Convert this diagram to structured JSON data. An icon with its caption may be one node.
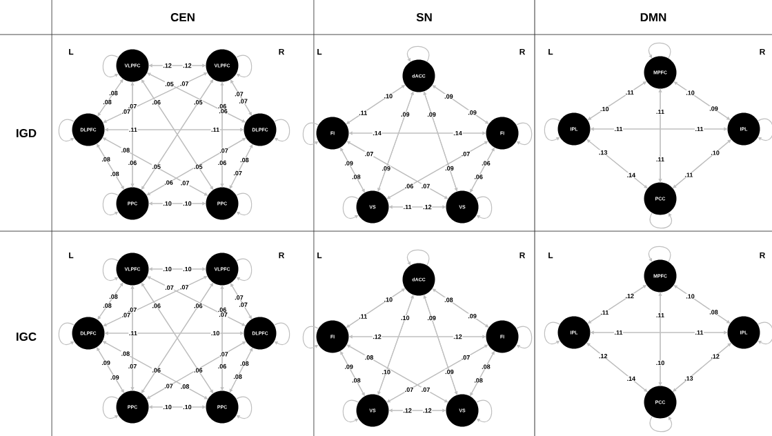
{
  "diagram": {
    "nodes": [
      {
        "text": [
          "VLPFC"
        ]
      },
      {
        "text": [
          "VLPFC"
        ]
      },
      {
        "text": [
          "DLPFC"
        ]
      },
      {
        "text": [
          "DLPFC"
        ]
      },
      {
        "text": [
          "PPC"
        ]
      },
      {
        "text": [
          "PPC"
        ]
      },
      {
        "text": [
          "dACC"
        ]
      },
      {
        "text": [
          "FI"
        ]
      },
      {
        "text": [
          "FI"
        ]
      },
      {
        "text": [
          "VS"
        ]
      },
      {
        "text": [
          "VS"
        ]
      },
      {
        "text": [
          "MPFC"
        ]
      },
      {
        "text": [
          "IPL"
        ]
      },
      {
        "text": [
          "IPL"
        ]
      },
      {
        "text": [
          "PCC"
        ]
      },
      {
        "text": [
          "VLPFC"
        ]
      },
      {
        "text": [
          "VLPFC"
        ]
      },
      {
        "text": [
          "DLPFC"
        ]
      },
      {
        "text": [
          "DLPFC"
        ]
      },
      {
        "text": [
          "PPC"
        ]
      },
      {
        "text": [
          "PPC"
        ]
      },
      {
        "text": [
          "dACC"
        ]
      },
      {
        "text": [
          "FI"
        ]
      },
      {
        "text": [
          "FI"
        ]
      },
      {
        "text": [
          "VS"
        ]
      },
      {
        "text": [
          "VS"
        ]
      },
      {
        "text": [
          "MPFC"
        ]
      },
      {
        "text": [
          "IPL"
        ]
      },
      {
        "text": [
          "IPL"
        ]
      },
      {
        "text": [
          "PCC"
        ]
      }
    ],
    "edges": [
      {
        "from": 0,
        "to": 1,
        "label": ".12",
        "arrow": "to"
      },
      {
        "from": 1,
        "to": 0,
        "label": ".12",
        "arrow": "to"
      },
      {
        "from": 0,
        "to": 2,
        "label": ".08",
        "arrow": "to"
      },
      {
        "from": 2,
        "to": 0,
        "label": ".08",
        "arrow": "to"
      },
      {
        "from": 0,
        "to": 3,
        "label": ".06",
        "arrow": "to"
      },
      {
        "from": 3,
        "to": 0,
        "label": ".05",
        "arrow": "to"
      },
      {
        "from": 0,
        "to": 4,
        "label": ".06",
        "arrow": "to"
      },
      {
        "from": 4,
        "to": 0,
        "label": ".07",
        "arrow": "to"
      },
      {
        "from": 0,
        "to": 5,
        "label": ".05",
        "arrow": "to"
      },
      {
        "from": 5,
        "to": 0,
        "label": ".06",
        "arrow": "to"
      },
      {
        "from": 1,
        "to": 2,
        "label": ".07",
        "arrow": "to"
      },
      {
        "from": 2,
        "to": 1,
        "label": ".07",
        "arrow": "to"
      },
      {
        "from": 1,
        "to": 3,
        "label": ".07",
        "arrow": "to"
      },
      {
        "from": 3,
        "to": 1,
        "label": ".07",
        "arrow": "to"
      },
      {
        "from": 1,
        "to": 4,
        "label": ".05",
        "arrow": "to"
      },
      {
        "from": 4,
        "to": 1,
        "label": ".05",
        "arrow": "to"
      },
      {
        "from": 1,
        "to": 5,
        "label": ".06",
        "arrow": "to"
      },
      {
        "from": 5,
        "to": 1,
        "label": ".06",
        "arrow": "to"
      },
      {
        "from": 2,
        "to": 3,
        "label": ".11",
        "arrow": "to"
      },
      {
        "from": 3,
        "to": 2,
        "label": ".11",
        "arrow": "to"
      },
      {
        "from": 2,
        "to": 4,
        "label": ".08",
        "arrow": "to"
      },
      {
        "from": 4,
        "to": 2,
        "label": ".08",
        "arrow": "to"
      },
      {
        "from": 2,
        "to": 5,
        "label": ".07",
        "arrow": "to"
      },
      {
        "from": 5,
        "to": 2,
        "label": ".08",
        "arrow": "to"
      },
      {
        "from": 3,
        "to": 4,
        "label": ".06",
        "arrow": "to"
      },
      {
        "from": 4,
        "to": 3,
        "label": ".07",
        "arrow": "to"
      },
      {
        "from": 3,
        "to": 5,
        "label": ".07",
        "arrow": "to"
      },
      {
        "from": 5,
        "to": 3,
        "label": ".08",
        "arrow": "to"
      },
      {
        "from": 4,
        "to": 5,
        "label": ".10",
        "arrow": "to"
      },
      {
        "from": 5,
        "to": 4,
        "label": ".10",
        "arrow": "to"
      },
      {
        "from": 6,
        "to": 7,
        "label": ".11",
        "arrow": "to"
      },
      {
        "from": 7,
        "to": 6,
        "label": ".10",
        "arrow": "to"
      },
      {
        "from": 6,
        "to": 8,
        "label": ".09",
        "arrow": "to"
      },
      {
        "from": 8,
        "to": 6,
        "label": ".09",
        "arrow": "to"
      },
      {
        "from": 6,
        "to": 9,
        "label": ".09",
        "arrow": "to"
      },
      {
        "from": 9,
        "to": 6,
        "label": ".09",
        "arrow": "to"
      },
      {
        "from": 6,
        "to": 10,
        "label": ".09",
        "arrow": "to"
      },
      {
        "from": 10,
        "to": 6,
        "label": ".09",
        "arrow": "to"
      },
      {
        "from": 7,
        "to": 8,
        "label": ".14",
        "arrow": "to"
      },
      {
        "from": 8,
        "to": 7,
        "label": ".14",
        "arrow": "to"
      },
      {
        "from": 7,
        "to": 9,
        "label": ".08",
        "arrow": "to"
      },
      {
        "from": 9,
        "to": 7,
        "label": ".09",
        "arrow": "to"
      },
      {
        "from": 7,
        "to": 10,
        "label": ".07",
        "arrow": "to"
      },
      {
        "from": 10,
        "to": 7,
        "label": ".07",
        "arrow": "to"
      },
      {
        "from": 8,
        "to": 9,
        "label": ".06",
        "arrow": "to"
      },
      {
        "from": 9,
        "to": 8,
        "label": ".07",
        "arrow": "to"
      },
      {
        "from": 8,
        "to": 10,
        "label": ".06",
        "arrow": "to"
      },
      {
        "from": 10,
        "to": 8,
        "label": ".06",
        "arrow": "to"
      },
      {
        "from": 9,
        "to": 10,
        "label": ".12",
        "arrow": "to"
      },
      {
        "from": 10,
        "to": 9,
        "label": ".11",
        "arrow": "to"
      },
      {
        "from": 11,
        "to": 12,
        "label": ".10",
        "arrow": "to"
      },
      {
        "from": 12,
        "to": 11,
        "label": ".11",
        "arrow": "to"
      },
      {
        "from": 11,
        "to": 13,
        "label": ".09",
        "arrow": "to"
      },
      {
        "from": 13,
        "to": 11,
        "label": ".10",
        "arrow": "to"
      },
      {
        "from": 11,
        "to": 14,
        "label": ".11",
        "arrow": "to"
      },
      {
        "from": 14,
        "to": 11,
        "label": ".11",
        "arrow": "to"
      },
      {
        "from": 12,
        "to": 13,
        "label": ".11",
        "arrow": "to"
      },
      {
        "from": 13,
        "to": 12,
        "label": ".11",
        "arrow": "to"
      },
      {
        "from": 12,
        "to": 14,
        "label": ".14",
        "arrow": "to"
      },
      {
        "from": 14,
        "to": 12,
        "label": ".13",
        "arrow": "to"
      },
      {
        "from": 13,
        "to": 14,
        "label": ".11",
        "arrow": "to"
      },
      {
        "from": 14,
        "to": 13,
        "label": ".10",
        "arrow": "to"
      },
      {
        "from": 15,
        "to": 16,
        "label": ".10",
        "arrow": "to"
      },
      {
        "from": 16,
        "to": 15,
        "label": ".10",
        "arrow": "to"
      },
      {
        "from": 15,
        "to": 17,
        "label": ".08",
        "arrow": "to"
      },
      {
        "from": 17,
        "to": 15,
        "label": ".08",
        "arrow": "to"
      },
      {
        "from": 15,
        "to": 18,
        "label": ".07",
        "arrow": "to"
      },
      {
        "from": 18,
        "to": 15,
        "label": ".07",
        "arrow": "to"
      },
      {
        "from": 15,
        "to": 19,
        "label": ".07",
        "arrow": "to"
      },
      {
        "from": 19,
        "to": 15,
        "label": ".07",
        "arrow": "to"
      },
      {
        "from": 15,
        "to": 20,
        "label": ".06",
        "arrow": "to"
      },
      {
        "from": 20,
        "to": 15,
        "label": ".06",
        "arrow": "to"
      },
      {
        "from": 16,
        "to": 17,
        "label": ".07",
        "arrow": "to"
      },
      {
        "from": 17,
        "to": 16,
        "label": ".07",
        "arrow": "to"
      },
      {
        "from": 16,
        "to": 18,
        "label": ".07",
        "arrow": "to"
      },
      {
        "from": 18,
        "to": 16,
        "label": ".07",
        "arrow": "to"
      },
      {
        "from": 16,
        "to": 19,
        "label": ".06",
        "arrow": "to"
      },
      {
        "from": 19,
        "to": 16,
        "label": ".06",
        "arrow": "to"
      },
      {
        "from": 16,
        "to": 20,
        "label": ".06",
        "arrow": "to"
      },
      {
        "from": 20,
        "to": 16,
        "label": ".06",
        "arrow": "to"
      },
      {
        "from": 17,
        "to": 18,
        "label": ".10",
        "arrow": "to"
      },
      {
        "from": 18,
        "to": 17,
        "label": ".11",
        "arrow": "to"
      },
      {
        "from": 17,
        "to": 19,
        "label": ".09",
        "arrow": "to"
      },
      {
        "from": 19,
        "to": 17,
        "label": ".09",
        "arrow": "to"
      },
      {
        "from": 17,
        "to": 20,
        "label": ".08",
        "arrow": "to"
      },
      {
        "from": 20,
        "to": 17,
        "label": ".08",
        "arrow": "to"
      },
      {
        "from": 18,
        "to": 19,
        "label": ".07",
        "arrow": "to"
      },
      {
        "from": 19,
        "to": 18,
        "label": ".07",
        "arrow": "to"
      },
      {
        "from": 18,
        "to": 20,
        "label": ".08",
        "arrow": "to"
      },
      {
        "from": 20,
        "to": 18,
        "label": ".08",
        "arrow": "to"
      },
      {
        "from": 19,
        "to": 20,
        "label": ".10",
        "arrow": "to"
      },
      {
        "from": 20,
        "to": 19,
        "label": ".10",
        "arrow": "to"
      },
      {
        "from": 21,
        "to": 22,
        "label": ".11",
        "arrow": "to"
      },
      {
        "from": 22,
        "to": 21,
        "label": ".10",
        "arrow": "to"
      },
      {
        "from": 21,
        "to": 23,
        "label": ".09",
        "arrow": "to"
      },
      {
        "from": 23,
        "to": 21,
        "label": ".08",
        "arrow": "to"
      },
      {
        "from": 21,
        "to": 24,
        "label": ".10",
        "arrow": "to"
      },
      {
        "from": 24,
        "to": 21,
        "label": ".10",
        "arrow": "to"
      },
      {
        "from": 21,
        "to": 25,
        "label": ".09",
        "arrow": "to"
      },
      {
        "from": 25,
        "to": 21,
        "label": ".09",
        "arrow": "to"
      },
      {
        "from": 22,
        "to": 23,
        "label": ".12",
        "arrow": "to"
      },
      {
        "from": 23,
        "to": 22,
        "label": ".12",
        "arrow": "to"
      },
      {
        "from": 22,
        "to": 24,
        "label": ".08",
        "arrow": "to"
      },
      {
        "from": 24,
        "to": 22,
        "label": ".09",
        "arrow": "to"
      },
      {
        "from": 22,
        "to": 25,
        "label": ".07",
        "arrow": "to"
      },
      {
        "from": 25,
        "to": 22,
        "label": ".08",
        "arrow": "to"
      },
      {
        "from": 23,
        "to": 24,
        "label": ".07",
        "arrow": "to"
      },
      {
        "from": 24,
        "to": 23,
        "label": ".07",
        "arrow": "to"
      },
      {
        "from": 23,
        "to": 25,
        "label": ".08",
        "arrow": "to"
      },
      {
        "from": 25,
        "to": 23,
        "label": ".08",
        "arrow": "to"
      },
      {
        "from": 24,
        "to": 25,
        "label": ".12",
        "arrow": "to"
      },
      {
        "from": 25,
        "to": 24,
        "label": ".12",
        "arrow": "to"
      },
      {
        "from": 26,
        "to": 27,
        "label": ".11",
        "arrow": "to"
      },
      {
        "from": 27,
        "to": 26,
        "label": ".12",
        "arrow": "to"
      },
      {
        "from": 26,
        "to": 28,
        "label": ".08",
        "arrow": "to"
      },
      {
        "from": 28,
        "to": 26,
        "label": ".10",
        "arrow": "to"
      },
      {
        "from": 26,
        "to": 29,
        "label": ".10",
        "arrow": "to"
      },
      {
        "from": 29,
        "to": 26,
        "label": ".11",
        "arrow": "to"
      },
      {
        "from": 27,
        "to": 28,
        "label": ".11",
        "arrow": "to"
      },
      {
        "from": 28,
        "to": 27,
        "label": ".11",
        "arrow": "to"
      },
      {
        "from": 27,
        "to": 29,
        "label": ".14",
        "arrow": "to"
      },
      {
        "from": 29,
        "to": 27,
        "label": ".12",
        "arrow": "to"
      },
      {
        "from": 28,
        "to": 29,
        "label": ".13",
        "arrow": "to"
      },
      {
        "from": 29,
        "to": 28,
        "label": ".12",
        "arrow": "to"
      },
      {
        "from": 0,
        "to": 0,
        "arrow": "to"
      },
      {
        "from": 1,
        "to": 1,
        "arrow": "to"
      },
      {
        "from": 2,
        "to": 2,
        "arrow": "to"
      },
      {
        "from": 3,
        "to": 3,
        "arrow": "to"
      },
      {
        "from": 4,
        "to": 4,
        "arrow": "to"
      },
      {
        "from": 5,
        "to": 5,
        "arrow": "to"
      },
      {
        "from": 6,
        "to": 6,
        "arrow": "to"
      },
      {
        "from": 7,
        "to": 7,
        "arrow": "to"
      },
      {
        "from": 8,
        "to": 8,
        "arrow": "to"
      },
      {
        "from": 9,
        "to": 9,
        "arrow": "to"
      },
      {
        "from": 10,
        "to": 10,
        "arrow": "to"
      },
      {
        "from": 11,
        "to": 11,
        "arrow": "to"
      },
      {
        "from": 12,
        "to": 12,
        "arrow": "to"
      },
      {
        "from": 13,
        "to": 13,
        "arrow": "to"
      },
      {
        "from": 14,
        "to": 14,
        "arrow": "to"
      },
      {
        "from": 15,
        "to": 15,
        "arrow": "to"
      },
      {
        "from": 16,
        "to": 16,
        "arrow": "to"
      },
      {
        "from": 17,
        "to": 17,
        "arrow": "to"
      },
      {
        "from": 18,
        "to": 18,
        "arrow": "to"
      },
      {
        "from": 19,
        "to": 19,
        "arrow": "to"
      },
      {
        "from": 20,
        "to": 20,
        "arrow": "to"
      },
      {
        "from": 21,
        "to": 21,
        "arrow": "to"
      },
      {
        "from": 22,
        "to": 22,
        "arrow": "to"
      },
      {
        "from": 23,
        "to": 23,
        "arrow": "to"
      },
      {
        "from": 24,
        "to": 24,
        "arrow": "to"
      },
      {
        "from": 25,
        "to": 25,
        "arrow": "to"
      },
      {
        "from": 26,
        "to": 26,
        "arrow": "to"
      },
      {
        "from": 27,
        "to": 27,
        "arrow": "to"
      },
      {
        "from": 28,
        "to": 28,
        "arrow": "to"
      },
      {
        "from": 29,
        "to": 29,
        "arrow": "to"
      }
    ],
    "labels": [
      "CEN",
      "SN",
      "DMN",
      "IGD",
      "L",
      "R",
      "L",
      "R",
      "L",
      "R",
      "IGC",
      "L",
      "R",
      "L",
      "R",
      "L",
      "R"
    ]
  }
}
